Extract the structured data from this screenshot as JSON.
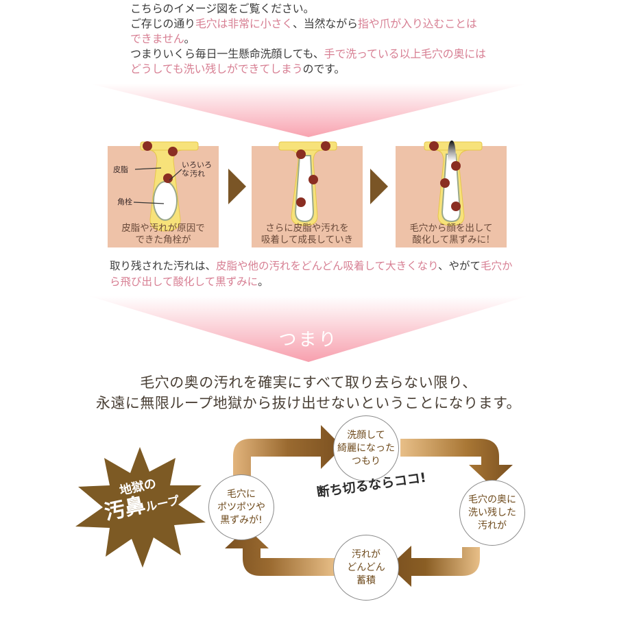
{
  "intro": {
    "line1": "こちらのイメージ図をご覧ください。",
    "line2": [
      {
        "text": "ご存じの通り",
        "style": "dark"
      },
      {
        "text": "毛穴は非常に小さく",
        "style": "pink"
      },
      {
        "text": "、当然ながら",
        "style": "dark"
      },
      {
        "text": "指や爪が入り込むことはできません",
        "style": "pink"
      },
      {
        "text": "。",
        "style": "dark"
      }
    ],
    "line3": [
      {
        "text": "つまりいくら毎日一生懸命洗顔しても、",
        "style": "dark"
      },
      {
        "text": "手で洗っている以上毛穴の奥にはどうしても洗い残しができてしまう",
        "style": "pink"
      },
      {
        "text": "のです。",
        "style": "dark"
      }
    ]
  },
  "panels": [
    {
      "caption_line1": "皮脂や汚れが原因で",
      "caption_line2": "できた角栓が",
      "labels": {
        "sebum": "皮脂",
        "dirt_line1": "いろいろな",
        "dirt_line2": "汚れ",
        "plug": "角栓"
      }
    },
    {
      "caption_line1": "さらに皮脂や汚れを",
      "caption_line2": "吸着して成長していき"
    },
    {
      "caption_line1": "毛穴から顔を出して",
      "caption_line2": "酸化して黒ずみに!"
    }
  ],
  "middle": {
    "line": [
      {
        "text": "取り残された汚れは、",
        "style": "dark"
      },
      {
        "text": "皮脂や他の汚れをどんどん吸着して大きくなり",
        "style": "pink"
      },
      {
        "text": "、やがて",
        "style": "dark"
      },
      {
        "text": "毛穴から飛び出して酸化して黒ずみに",
        "style": "pink"
      },
      {
        "text": "。",
        "style": "dark"
      }
    ]
  },
  "tsumari": "つまり",
  "conclusion": {
    "line1": "毛穴の奥の汚れを確実にすべて取り去らない限り、",
    "line2": "永遠に無限ループ地獄から抜け出せないということになります。"
  },
  "loop": {
    "badge": {
      "line1": "地獄の",
      "line2_big": "汚鼻",
      "line2_small": "ループ"
    },
    "cut_text": "断ち切るならココ!",
    "steps": [
      {
        "id": "clean",
        "lines": [
          "洗顔して",
          "綺麗になった",
          "つもり"
        ]
      },
      {
        "id": "residue",
        "lines": [
          "毛穴の奥に",
          "洗い残した",
          "汚れが"
        ]
      },
      {
        "id": "accumulate",
        "lines": [
          "汚れが",
          "どんどん",
          "蓄積"
        ]
      },
      {
        "id": "blackheads",
        "lines": [
          "毛穴に",
          "ポツポツや",
          "黒ずみが!"
        ]
      }
    ]
  },
  "colors": {
    "pink_text": "#d77f93",
    "dark_text": "#3c3c3c",
    "brown": "#7a5526",
    "skin": "#eec2a8",
    "sebum_yellow": "#f7e27a",
    "dirt": "#8a2e22",
    "funnel_pink": "#f8a8b4"
  }
}
